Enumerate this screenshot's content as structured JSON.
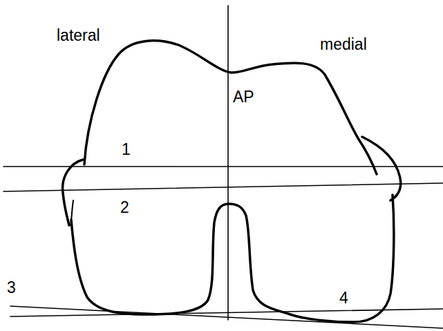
{
  "diagram": {
    "labels": [
      "lateral",
      "medial",
      "AP",
      "1",
      "2",
      "3",
      "4"
    ]
  }
}
